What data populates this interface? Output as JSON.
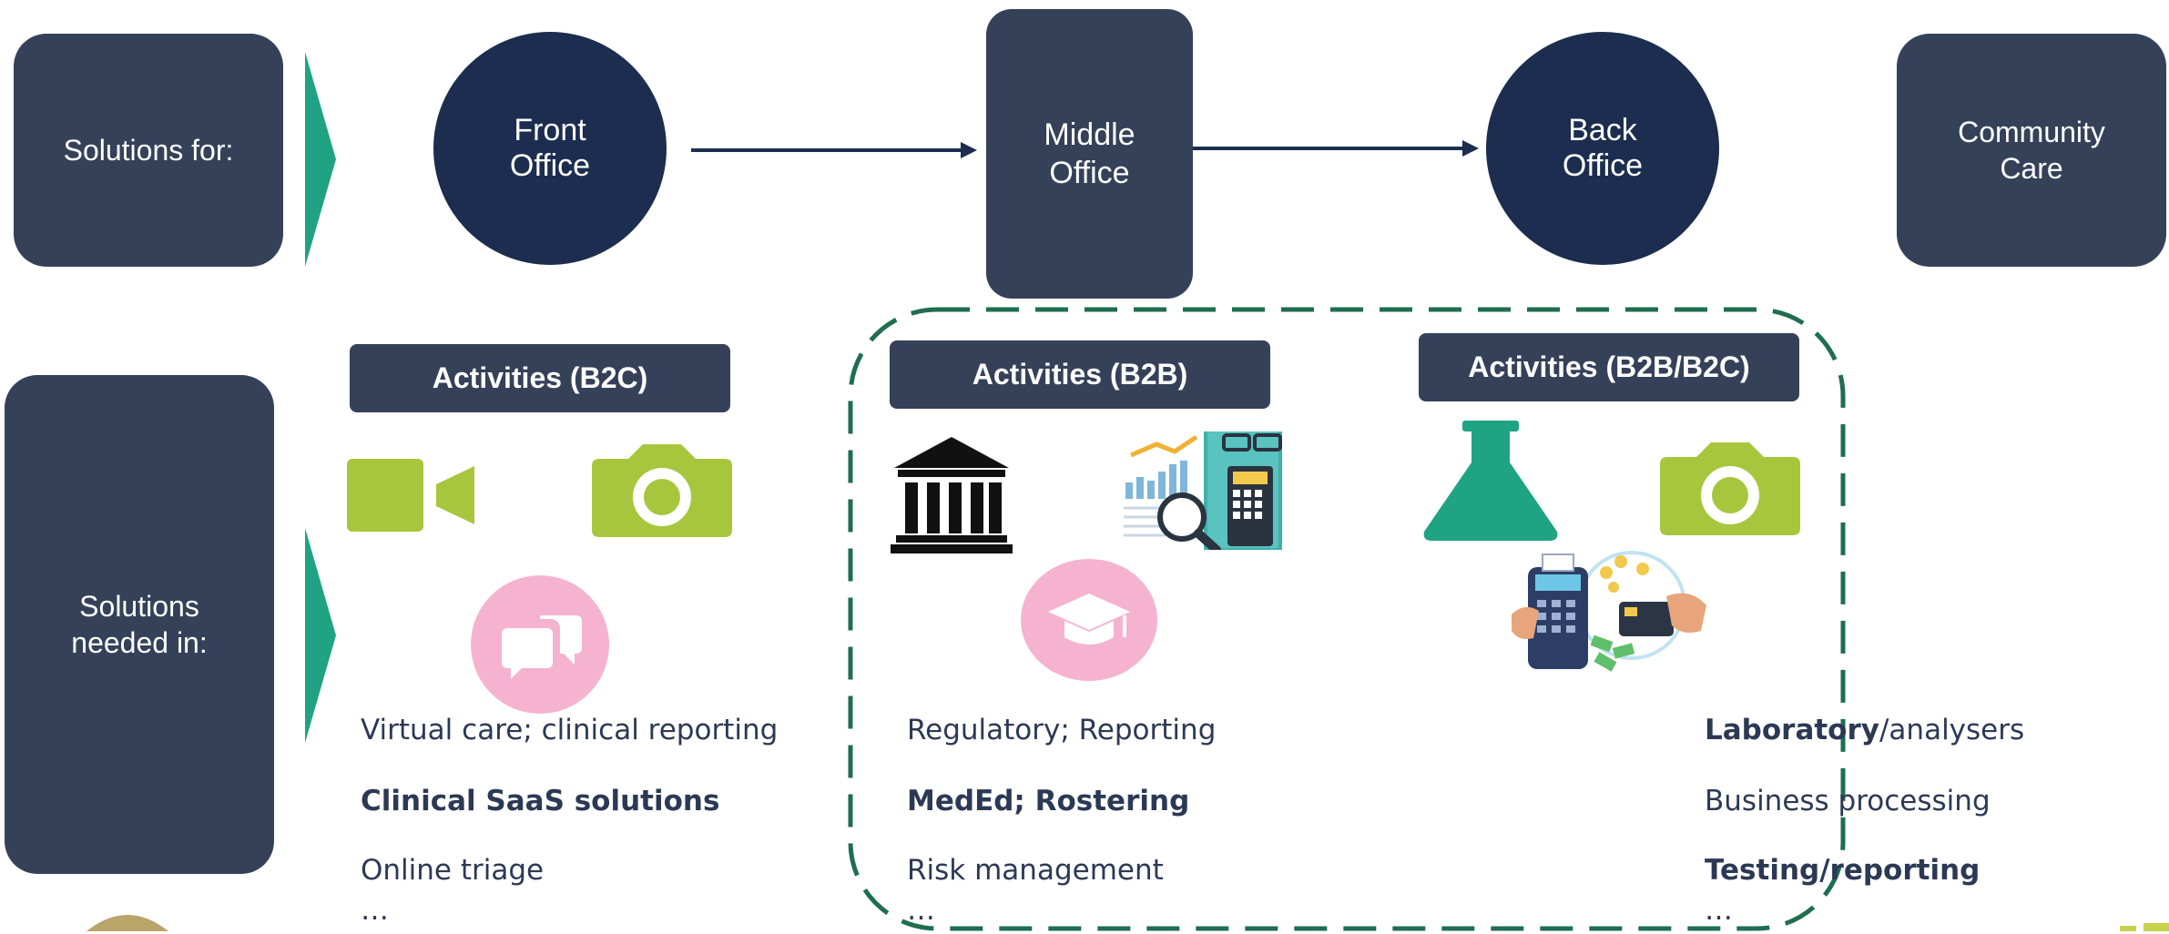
{
  "header_row": {
    "solutions_for": "Solutions for:",
    "front_office": "Front\nOffice",
    "middle_office": "Middle\nOffice",
    "back_office": "Back\nOffice",
    "community_care": "Community\nCare"
  },
  "left_panel": {
    "solutions_needed": "Solutions\nneeded in:"
  },
  "columns": [
    {
      "heading": "Activities (B2C)",
      "items": [
        "Virtual care; clinical reporting",
        "Clinical SaaS solutions",
        "Online triage",
        "…"
      ]
    },
    {
      "heading": "Activities (B2B)",
      "items": [
        "Regulatory; Reporting",
        "MedEd; Rostering",
        "Risk management",
        "…"
      ]
    },
    {
      "heading": "Activities (B2B/B2C)",
      "items_bold_prefix": "Laboratory",
      "items_rest": "/analysers",
      "item2": "Business processing",
      "item3": "Testing/reporting",
      "item4": "…"
    }
  ],
  "colors": {
    "navy": "#354159",
    "dark_circle": "#1c2d4f",
    "teal": "#1fa383",
    "lime": "#a8c63d",
    "pink": "#f5b3cf",
    "dash_green": "#1f6e4f"
  },
  "icons": [
    "video-camera-icon",
    "camera-icon",
    "chat-bubbles-icon",
    "bank-building-icon",
    "analytics-calculator-icon",
    "graduation-cap-icon",
    "lab-flask-icon",
    "camera-icon",
    "card-payment-icon"
  ]
}
